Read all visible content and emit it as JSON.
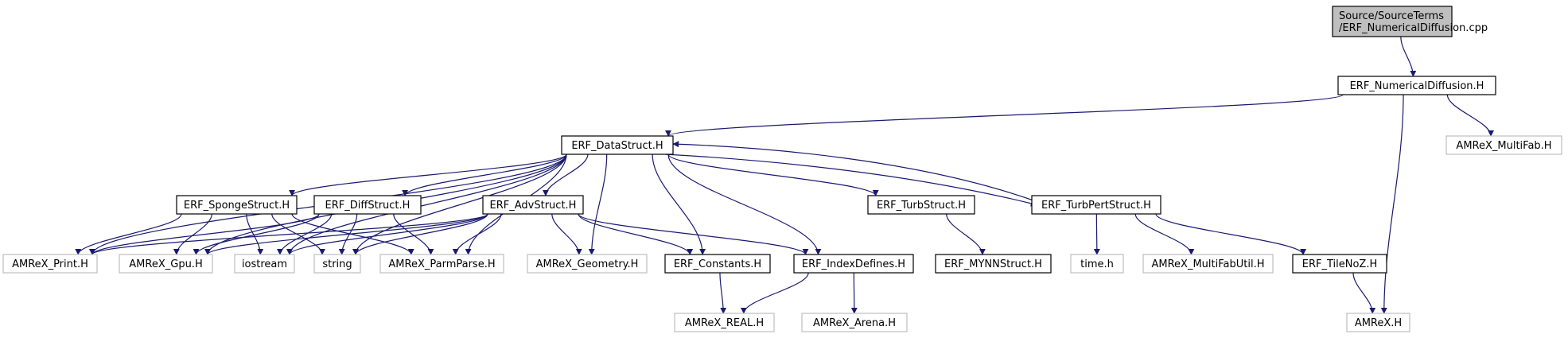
{
  "colors": {
    "edge": "#191970",
    "solid_border": "#000000",
    "missing_border": "#bfbfbf",
    "root_fill": "#bfbfbf",
    "node_fill": "#ffffff",
    "text": "#000000"
  },
  "nodes": [
    {
      "id": "root",
      "lines": [
        "Source/SourceTerms",
        "/ERF_NumericalDiffusion.cpp"
      ],
      "kind": "root"
    },
    {
      "id": "numdiff",
      "lines": [
        "ERF_NumericalDiffusion.H"
      ],
      "kind": "documented"
    },
    {
      "id": "datastruct",
      "lines": [
        "ERF_DataStruct.H"
      ],
      "kind": "documented"
    },
    {
      "id": "multifab",
      "lines": [
        "AMReX_MultiFab.H"
      ],
      "kind": "external"
    },
    {
      "id": "sponge",
      "lines": [
        "ERF_SpongeStruct.H"
      ],
      "kind": "documented"
    },
    {
      "id": "diff",
      "lines": [
        "ERF_DiffStruct.H"
      ],
      "kind": "documented"
    },
    {
      "id": "adv",
      "lines": [
        "ERF_AdvStruct.H"
      ],
      "kind": "documented"
    },
    {
      "id": "turb",
      "lines": [
        "ERF_TurbStruct.H"
      ],
      "kind": "documented"
    },
    {
      "id": "turbpert",
      "lines": [
        "ERF_TurbPertStruct.H"
      ],
      "kind": "documented"
    },
    {
      "id": "print",
      "lines": [
        "AMReX_Print.H"
      ],
      "kind": "external"
    },
    {
      "id": "gpu",
      "lines": [
        "AMReX_Gpu.H"
      ],
      "kind": "external"
    },
    {
      "id": "iostream",
      "lines": [
        "iostream"
      ],
      "kind": "external"
    },
    {
      "id": "string",
      "lines": [
        "string"
      ],
      "kind": "external"
    },
    {
      "id": "parmparse",
      "lines": [
        "AMReX_ParmParse.H"
      ],
      "kind": "external"
    },
    {
      "id": "geometry",
      "lines": [
        "AMReX_Geometry.H"
      ],
      "kind": "external"
    },
    {
      "id": "constants",
      "lines": [
        "ERF_Constants.H"
      ],
      "kind": "documented"
    },
    {
      "id": "indexdef",
      "lines": [
        "ERF_IndexDefines.H"
      ],
      "kind": "documented"
    },
    {
      "id": "mynn",
      "lines": [
        "ERF_MYNNStruct.H"
      ],
      "kind": "documented"
    },
    {
      "id": "time",
      "lines": [
        "time.h"
      ],
      "kind": "external"
    },
    {
      "id": "multifabutil",
      "lines": [
        "AMReX_MultiFabUtil.H"
      ],
      "kind": "external"
    },
    {
      "id": "tilenoz",
      "lines": [
        "ERF_TileNoZ.H"
      ],
      "kind": "documented"
    },
    {
      "id": "real",
      "lines": [
        "AMReX_REAL.H"
      ],
      "kind": "external"
    },
    {
      "id": "arena",
      "lines": [
        "AMReX_Arena.H"
      ],
      "kind": "external"
    },
    {
      "id": "amrex",
      "lines": [
        "AMReX.H"
      ],
      "kind": "external"
    }
  ],
  "edges": [
    [
      "root",
      "numdiff"
    ],
    [
      "numdiff",
      "datastruct"
    ],
    [
      "numdiff",
      "multifab"
    ],
    [
      "numdiff",
      "amrex"
    ],
    [
      "datastruct",
      "sponge"
    ],
    [
      "datastruct",
      "diff"
    ],
    [
      "datastruct",
      "adv"
    ],
    [
      "datastruct",
      "turb"
    ],
    [
      "datastruct",
      "turbpert"
    ],
    [
      "datastruct",
      "print"
    ],
    [
      "datastruct",
      "gpu"
    ],
    [
      "datastruct",
      "iostream"
    ],
    [
      "datastruct",
      "string"
    ],
    [
      "datastruct",
      "parmparse"
    ],
    [
      "datastruct",
      "geometry"
    ],
    [
      "datastruct",
      "constants"
    ],
    [
      "datastruct",
      "indexdef"
    ],
    [
      "turbpert",
      "datastruct"
    ],
    [
      "turbpert",
      "time"
    ],
    [
      "turbpert",
      "multifabutil"
    ],
    [
      "turbpert",
      "tilenoz"
    ],
    [
      "sponge",
      "print"
    ],
    [
      "sponge",
      "gpu"
    ],
    [
      "sponge",
      "iostream"
    ],
    [
      "sponge",
      "string"
    ],
    [
      "sponge",
      "parmparse"
    ],
    [
      "diff",
      "print"
    ],
    [
      "diff",
      "gpu"
    ],
    [
      "diff",
      "iostream"
    ],
    [
      "diff",
      "string"
    ],
    [
      "diff",
      "parmparse"
    ],
    [
      "adv",
      "print"
    ],
    [
      "adv",
      "gpu"
    ],
    [
      "adv",
      "iostream"
    ],
    [
      "adv",
      "string"
    ],
    [
      "adv",
      "parmparse"
    ],
    [
      "adv",
      "geometry"
    ],
    [
      "adv",
      "constants"
    ],
    [
      "adv",
      "indexdef"
    ],
    [
      "turb",
      "mynn"
    ],
    [
      "constants",
      "real"
    ],
    [
      "indexdef",
      "real"
    ],
    [
      "indexdef",
      "arena"
    ],
    [
      "tilenoz",
      "amrex"
    ]
  ]
}
